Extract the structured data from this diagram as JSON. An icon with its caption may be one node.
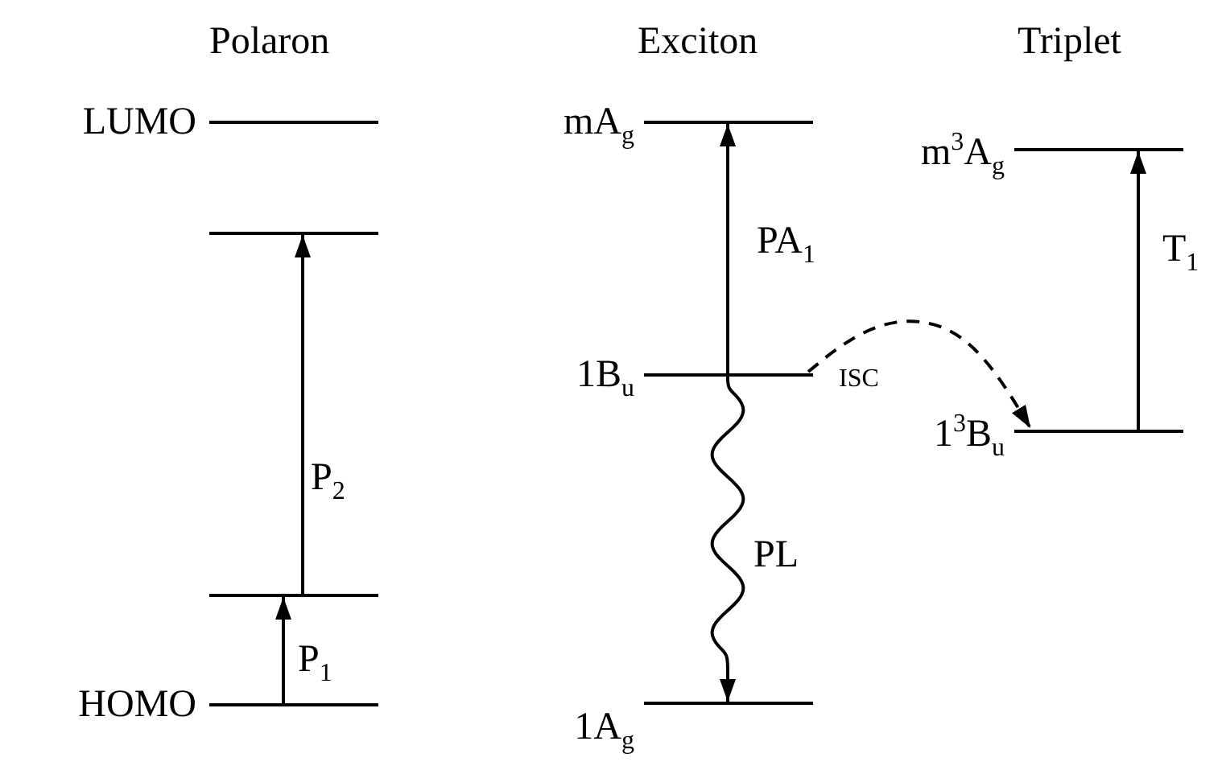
{
  "diagram": {
    "nodes": [
      {
        "text": [],
        "shape": "bar",
        "beside": [
          "LUMO"
        ]
      },
      {
        "text": [],
        "shape": "bar"
      },
      {
        "text": [],
        "shape": "bar"
      },
      {
        "text": [],
        "shape": "bar",
        "beside": [
          "HOMO"
        ]
      },
      {
        "text": [],
        "shape": "bar",
        "beside": [
          "mA$_{g}$"
        ]
      },
      {
        "text": [],
        "shape": "bar",
        "beside": [
          "1B$_{u}$"
        ]
      },
      {
        "text": [],
        "shape": "bar",
        "beside": [
          "1A$_{g}$"
        ]
      },
      {
        "text": [],
        "shape": "bar",
        "beside": [
          "m$^{3}$A$_{g}$"
        ]
      },
      {
        "text": [],
        "shape": "bar",
        "beside": [
          "1$^{3}$B$_{u}$"
        ]
      }
    ],
    "edges": [
      {
        "from": 3,
        "to": 2,
        "arrow": "to",
        "label": "P$_{1}$"
      },
      {
        "from": 2,
        "to": 1,
        "arrow": "to",
        "label": "P$_{2}$"
      },
      {
        "from": 5,
        "to": 4,
        "arrow": "to",
        "label": "PA$_{1}$"
      },
      {
        "from": 5,
        "to": 6,
        "arrow": "to",
        "label": "PL"
      },
      {
        "from": 5,
        "to": 8,
        "arrow": "to",
        "label": "ISC",
        "style": "dashed"
      },
      {
        "from": 8,
        "to": 7,
        "arrow": "to",
        "label": "T$_{1}$"
      }
    ],
    "labels": [
      "Polaron",
      "Exciton",
      "Triplet"
    ]
  }
}
